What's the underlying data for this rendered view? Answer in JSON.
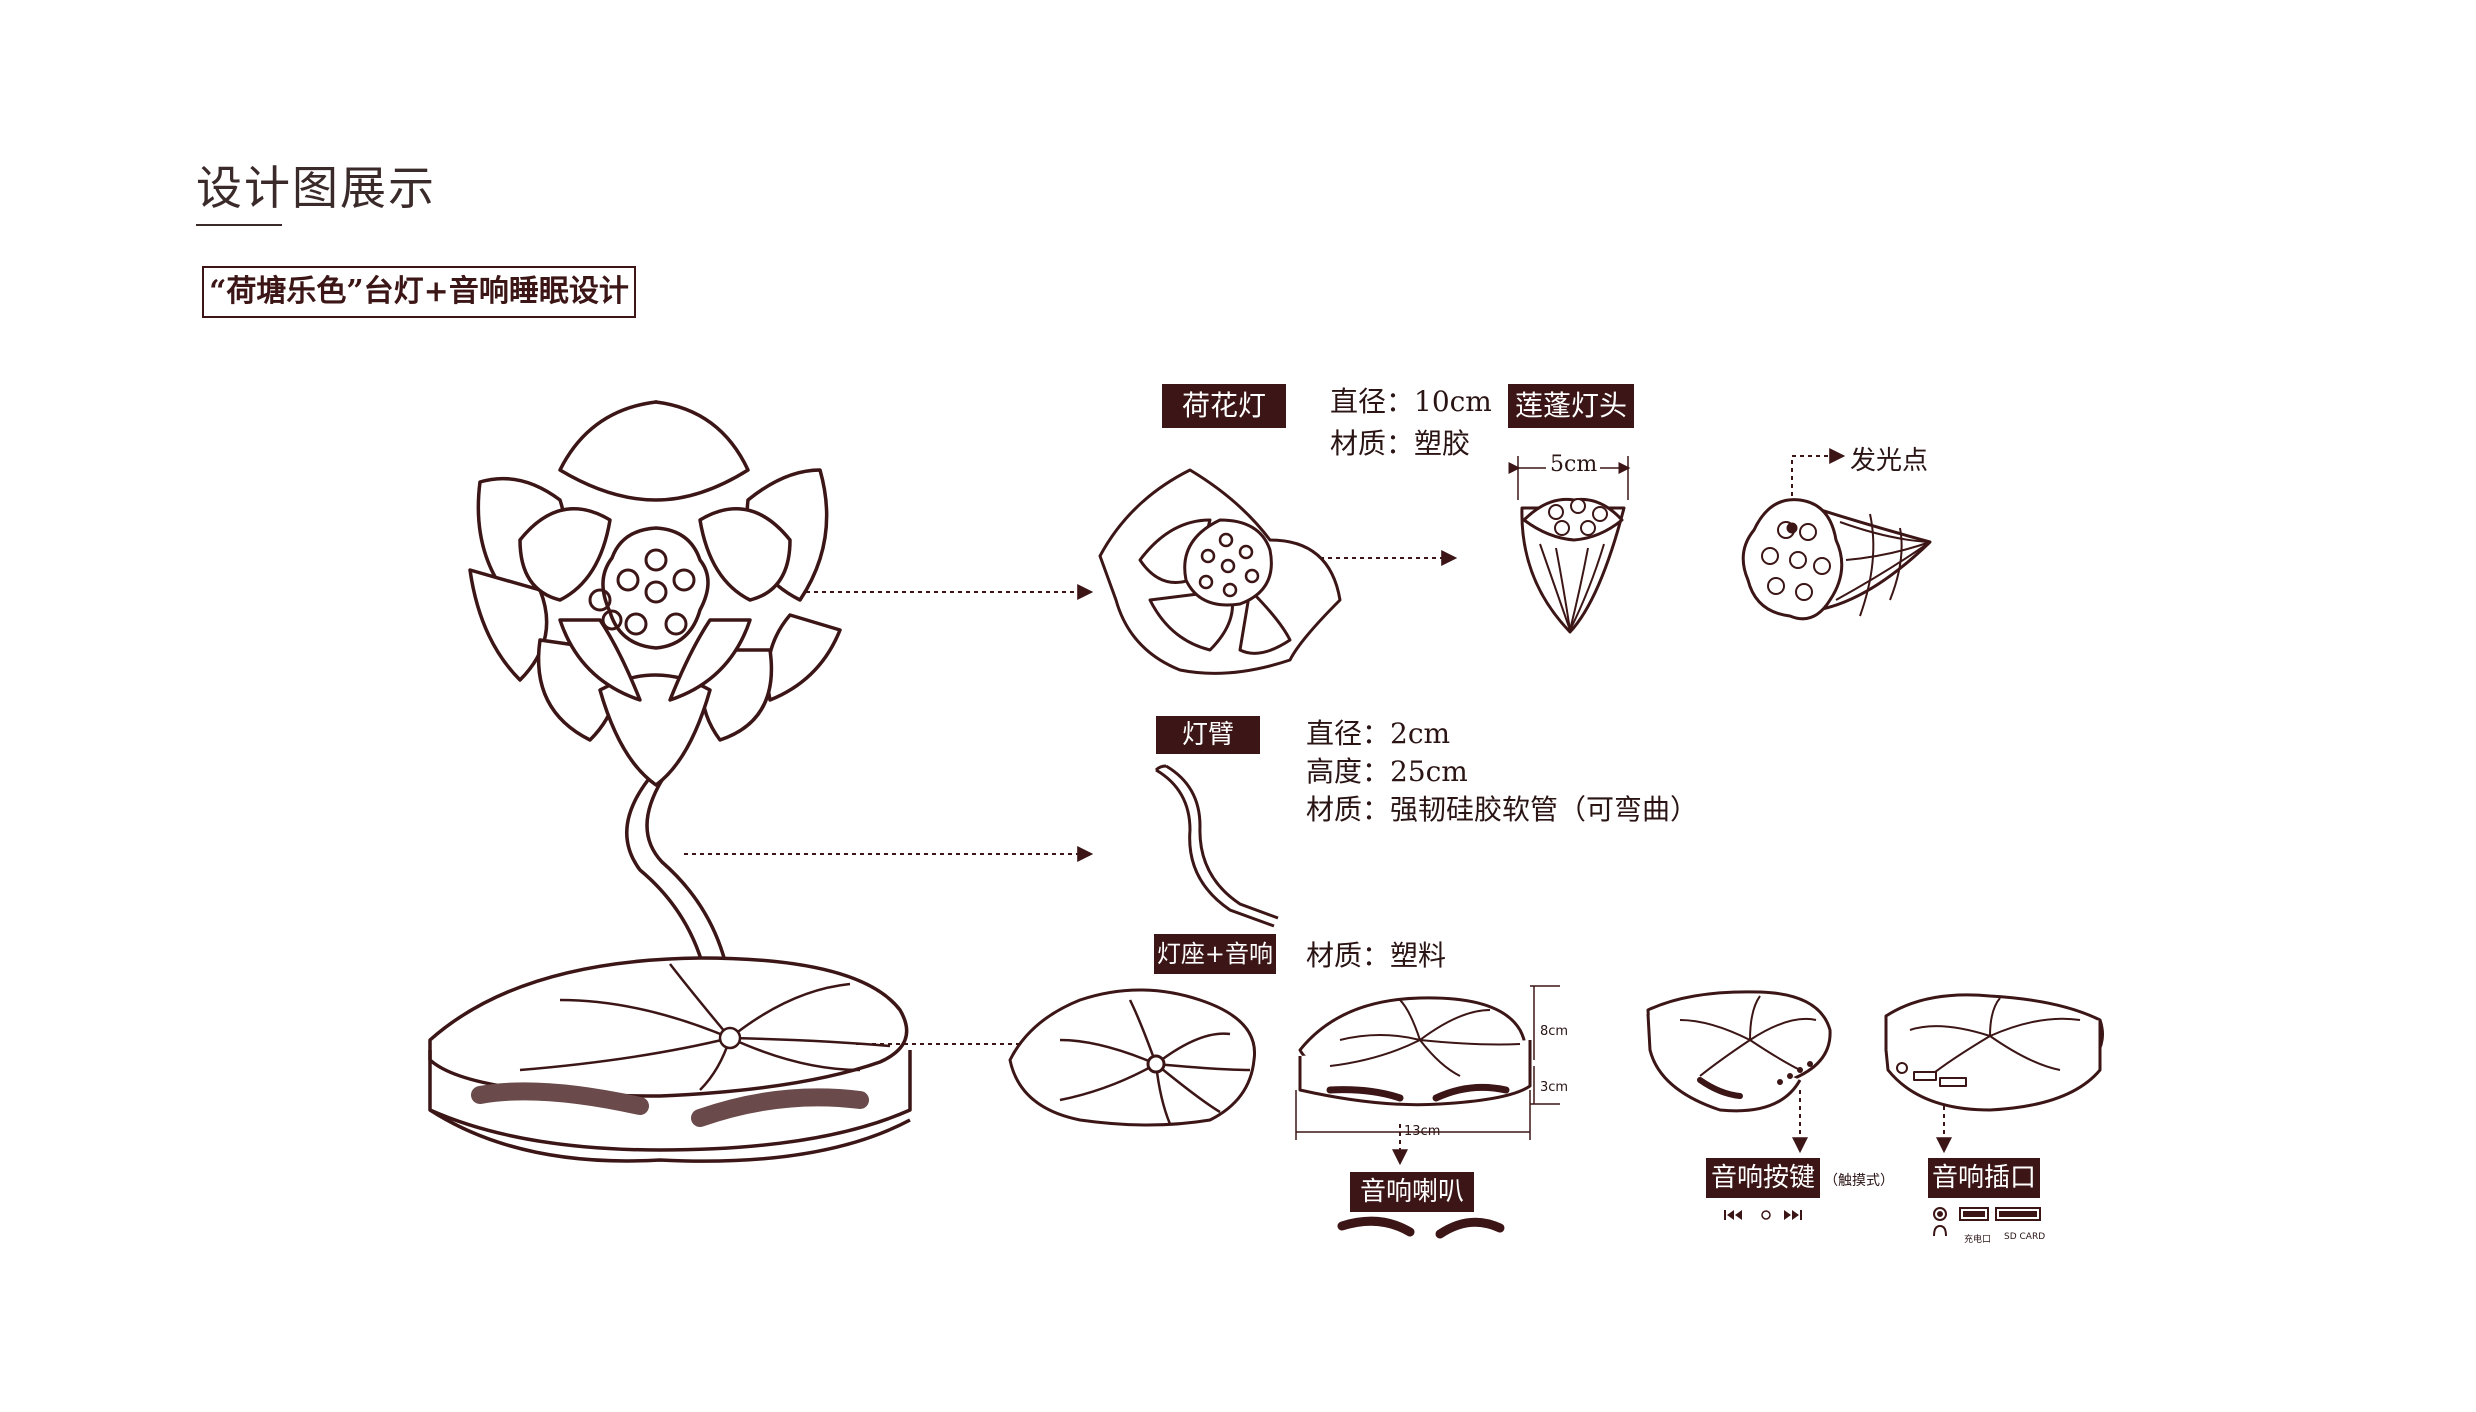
{
  "header": {
    "title": "设计图展示",
    "subtitle": "“荷塘乐色”台灯+音响睡眠设计"
  },
  "lotus_lamp": {
    "tag": "荷花灯",
    "diameter": "直径：10cm",
    "material": "材质：塑胶"
  },
  "seedpod_head": {
    "tag": "莲蓬灯头",
    "width": "5cm",
    "light_point": "发光点"
  },
  "arm": {
    "tag": "灯臂",
    "diameter": "直径：2cm",
    "height": "高度：25cm",
    "material": "材质：强韧硅胶软管（可弯曲）"
  },
  "base": {
    "tag": "灯座+音响",
    "material": "材质：塑料",
    "dim_height": "8cm",
    "dim_thickness": "3cm",
    "dim_width": "13cm"
  },
  "speaker": {
    "tag": "音响喇叭"
  },
  "buttons": {
    "tag": "音响按键",
    "note": "（触摸式）"
  },
  "ports": {
    "tag": "音响插口",
    "charge_label": "充电口",
    "sd_label": "SD CARD"
  },
  "colors": {
    "ink": "#3c1616",
    "speaker_fill": "#6a4a4a"
  }
}
